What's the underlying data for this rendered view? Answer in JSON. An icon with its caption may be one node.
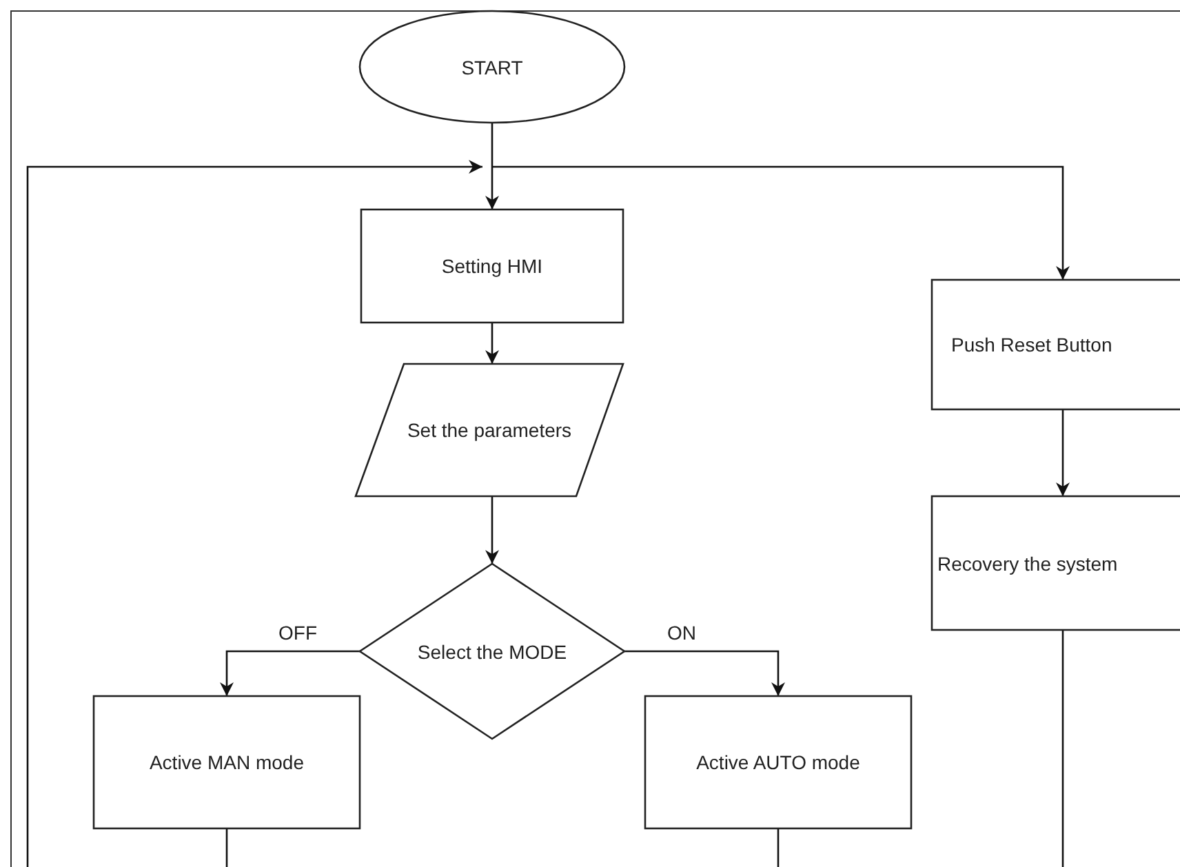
{
  "diagram": {
    "nodes": [
      {
        "text": [
          "START"
        ]
      },
      {
        "text": [
          "Setting HMI"
        ]
      },
      {
        "text": [
          "Set the parameters"
        ]
      },
      {
        "text": [
          "Select the MODE"
        ]
      },
      {
        "text": [
          "Active MAN mode"
        ]
      },
      {
        "text": [
          "Active AUTO mode"
        ]
      },
      {
        "text": [
          "Push Reset Button"
        ]
      },
      {
        "text": [
          "Recovery the system"
        ]
      }
    ],
    "edges": [
      {
        "from": 0,
        "to": 1,
        "arrow": "to"
      },
      {
        "from": 0,
        "to": 6,
        "arrow": "to"
      },
      {
        "from": null,
        "to": 1,
        "arrow": "to"
      },
      {
        "from": 1,
        "to": 2,
        "arrow": "to"
      },
      {
        "from": 2,
        "to": 3,
        "arrow": "to"
      },
      {
        "from": 3,
        "to": 4,
        "label": "OFF",
        "arrow": "to"
      },
      {
        "from": 3,
        "to": 5,
        "label": "ON",
        "arrow": "to"
      },
      {
        "from": 6,
        "to": 7,
        "arrow": "to"
      },
      {
        "from": 4,
        "to": null,
        "arrow": "none"
      },
      {
        "from": 5,
        "to": null,
        "arrow": "none"
      },
      {
        "from": 7,
        "to": null,
        "arrow": "none"
      }
    ]
  }
}
